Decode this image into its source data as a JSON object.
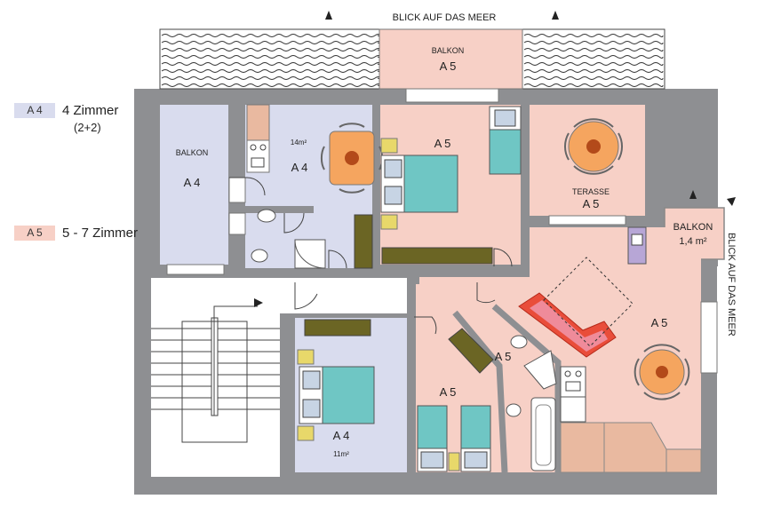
{
  "colors": {
    "a4_room": "#d9dcee",
    "a5_room": "#f7d0c6",
    "wall": "#8e8f92",
    "bed": "#6fc6c4",
    "pillow": "#e8d86a",
    "wardrobe": "#6b6524",
    "table": "#f5a55f",
    "sofa": "#e94d3a",
    "counter": "#e9b9a0"
  },
  "legend": [
    {
      "code": "A 4",
      "text": "4 Zimmer",
      "sub": "(2+2)"
    },
    {
      "code": "A 5",
      "text": "5 - 7 Zimmer",
      "sub": ""
    }
  ],
  "compass": {
    "top": "BLICK AUF DAS MEER",
    "right": "BLICK AUF DAS MEER"
  },
  "rooms": {
    "balkon_top": {
      "name": "BALKON",
      "code": "A 5"
    },
    "balkon_left": {
      "name": "BALKON",
      "code": "A 4"
    },
    "kitchen_a4": {
      "area": "14m²",
      "code": "A 4"
    },
    "bedroom_top_a5": {
      "code": "A 5"
    },
    "terrace": {
      "name": "TERASSE",
      "code": "A 5"
    },
    "balkon_right": {
      "name": "BALKON",
      "area": "1,4 m²"
    },
    "living_a5": {
      "code": "A 5"
    },
    "bath_a5": {
      "code": "A 5"
    },
    "bedroom_mid_a5": {
      "code": "A 5"
    },
    "bedroom_a4": {
      "code": "A 4",
      "area": "11m²"
    }
  }
}
